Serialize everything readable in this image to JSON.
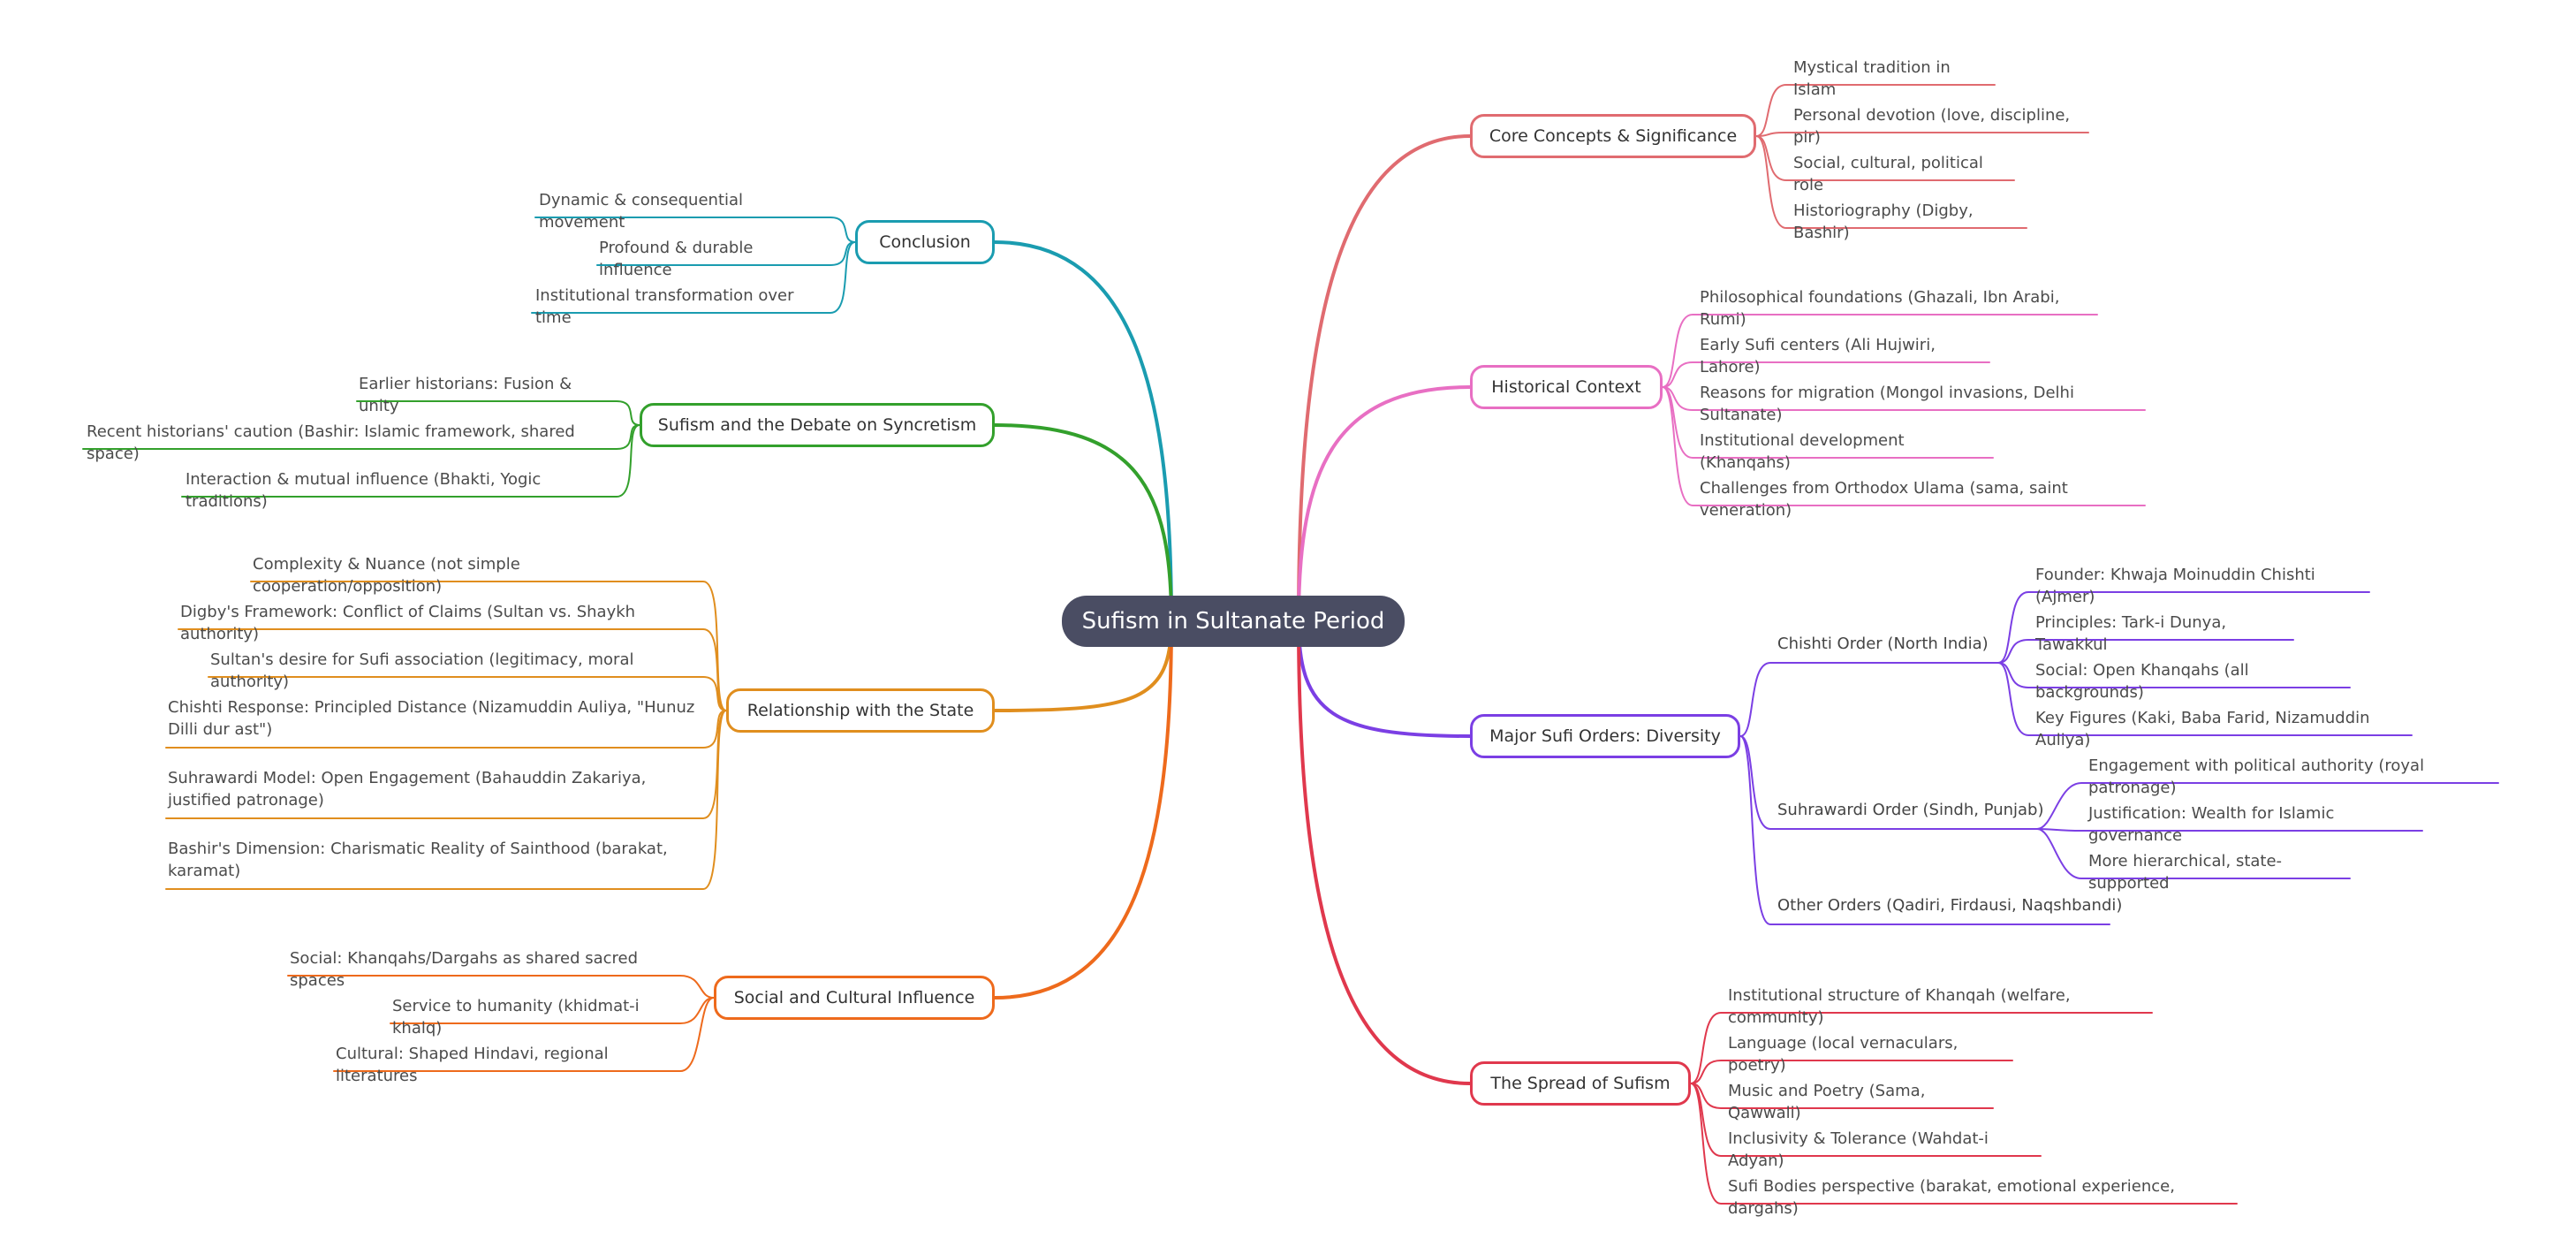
{
  "center": {
    "label": "Sufism in Sultanate Period"
  },
  "branches": [
    {
      "id": "core",
      "label": "Core Concepts & Significance",
      "color": "#e06b70",
      "leaves": [
        "Mystical tradition in Islam",
        "Personal devotion (love, discipline, pir)",
        "Social, cultural, political role",
        "Historiography (Digby, Bashir)"
      ]
    },
    {
      "id": "history",
      "label": "Historical Context",
      "color": "#e86fc3",
      "leaves": [
        "Philosophical foundations (Ghazali, Ibn Arabi, Rumi)",
        "Early Sufi centers (Ali Hujwiri, Lahore)",
        "Reasons for migration (Mongol invasions, Delhi Sultanate)",
        "Institutional development (Khanqahs)",
        "Challenges from Orthodox Ulama (sama, saint veneration)"
      ]
    },
    {
      "id": "orders",
      "label": "Major Sufi Orders: Diversity",
      "color": "#7b3fe4",
      "subs": [
        {
          "label": "Chishti Order (North India)",
          "leaves": [
            "Founder: Khwaja Moinuddin Chishti (Ajmer)",
            "Principles: Tark-i Dunya, Tawakkul",
            "Social: Open Khanqahs (all backgrounds)",
            "Key Figures (Kaki, Baba Farid, Nizamuddin Auliya)"
          ]
        },
        {
          "label": "Suhrawardi Order (Sindh, Punjab)",
          "leaves": [
            "Engagement with political authority (royal patronage)",
            "Justification: Wealth for Islamic governance",
            "More hierarchical, state-supported"
          ]
        },
        {
          "label": "Other Orders (Qadiri, Firdausi, Naqshbandi)",
          "leaves": []
        }
      ]
    },
    {
      "id": "spread",
      "label": "The Spread of Sufism",
      "color": "#e0384d",
      "leaves": [
        "Institutional structure of Khanqah (welfare, community)",
        "Language (local vernaculars, poetry)",
        "Music and Poetry (Sama, Qawwali)",
        "Inclusivity & Tolerance (Wahdat-i Adyan)",
        "Sufi Bodies perspective (barakat, emotional experience, dargahs)"
      ]
    },
    {
      "id": "conclusion",
      "label": "Conclusion",
      "color": "#1a9cb0",
      "leaves": [
        "Dynamic & consequential movement",
        "Profound & durable influence",
        "Institutional transformation over time"
      ]
    },
    {
      "id": "syncretism",
      "label": "Sufism and the Debate on Syncretism",
      "color": "#33a02c",
      "leaves": [
        "Earlier historians: Fusion & unity",
        "Recent historians' caution (Bashir: Islamic framework, shared space)",
        "Interaction & mutual influence (Bhakti, Yogic traditions)"
      ]
    },
    {
      "id": "state",
      "label": "Relationship with the State",
      "color": "#e08e1e",
      "leaves": [
        "Complexity & Nuance (not simple cooperation/opposition)",
        "Digby's Framework: Conflict of Claims (Sultan vs. Shaykh authority)",
        "Sultan's desire for Sufi association (legitimacy, moral authority)",
        "Chishti Response: Principled Distance (Nizamuddin Auliya, \"Hunuz Dilli dur ast\")",
        "Suhrawardi Model: Open Engagement (Bahauddin Zakariya, justified patronage)",
        "Bashir's Dimension: Charismatic Reality of Sainthood (barakat, karamat)"
      ]
    },
    {
      "id": "social",
      "label": "Social and Cultural Influence",
      "color": "#ee6a1c",
      "leaves": [
        "Social: Khanqahs/Dargahs as shared sacred spaces",
        "Service to humanity (khidmat-i khalq)",
        "Cultural: Shaped Hindavi, regional literatures"
      ]
    }
  ]
}
